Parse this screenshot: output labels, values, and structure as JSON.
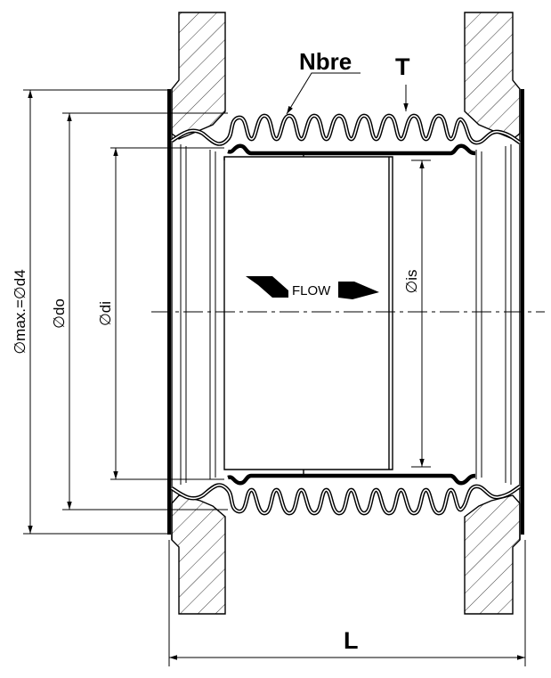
{
  "labels": {
    "bellows_material": "Nbre",
    "thickness": "T",
    "length": "L",
    "max_diameter": "∅max.=∅d4",
    "outer_diameter": "∅do",
    "inner_diameter": "∅di",
    "sleeve_diameter": "∅is",
    "flow": "FLOW"
  }
}
